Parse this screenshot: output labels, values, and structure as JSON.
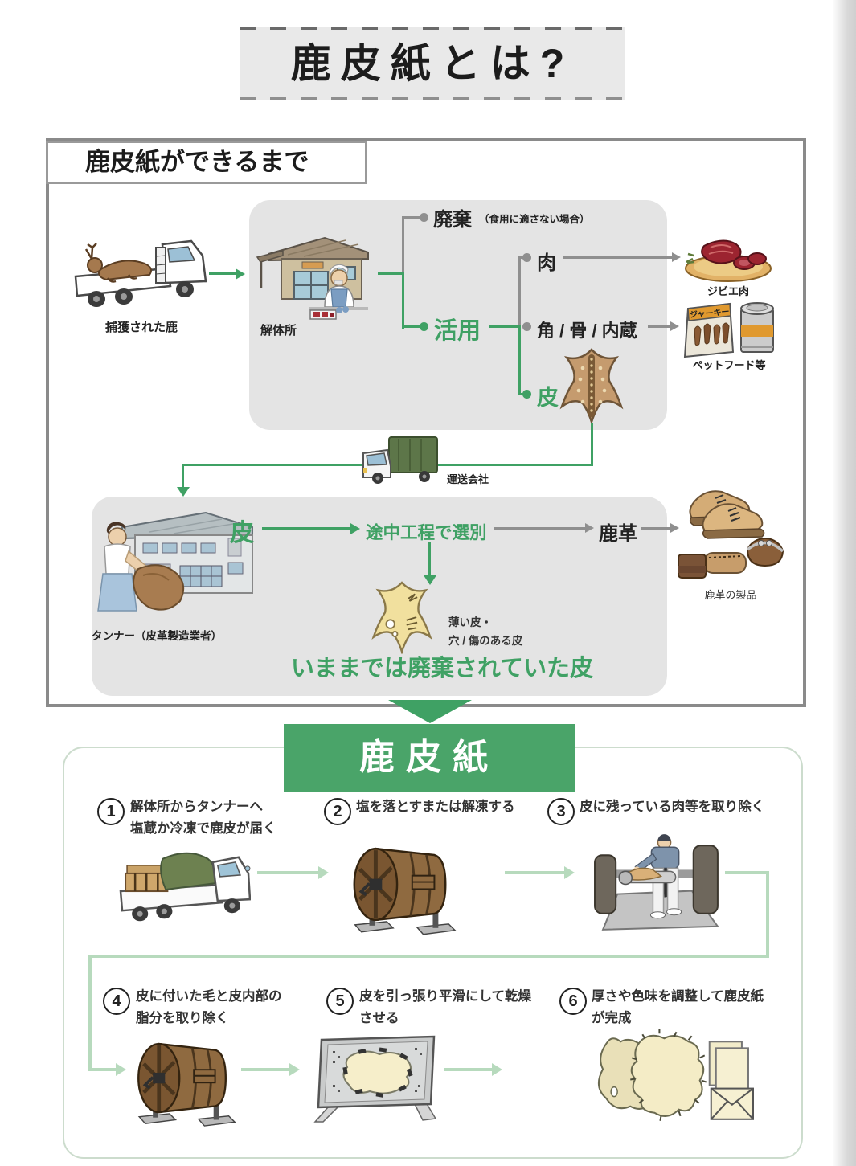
{
  "title": "鹿皮紙とは?",
  "flow": {
    "header": "鹿皮紙ができるまで",
    "captured_deer_label": "捕獲された鹿",
    "facility_label": "解体所",
    "discard_label": "廃棄",
    "discard_note": "（食用に適さない場合）",
    "use_label": "活用",
    "meat_label": "肉",
    "gibier_label": "ジビエ肉",
    "parts_label": "角 / 骨 / 内蔵",
    "petfood_label": "ペットフード等",
    "jerky_text": "ジャーキー",
    "skin_label": "皮",
    "carrier_label": "運送会社",
    "tanner_label": "タンナー（皮革製造業者）",
    "skin_label2": "皮",
    "sorting_label": "途中工程で選別",
    "leather_label": "鹿革",
    "leather_products_label": "鹿革の製品",
    "rejected_note": "薄い皮・\n穴 / 傷のある皮",
    "rejected_headline": "いままでは廃棄されていた皮"
  },
  "banner_label": "鹿皮紙",
  "steps": [
    {
      "num": "1",
      "text": "解体所からタンナーへ\n塩蔵か冷凍で鹿皮が届く"
    },
    {
      "num": "2",
      "text": "塩を落とすまたは解凍する"
    },
    {
      "num": "3",
      "text": "皮に残っている肉等を取り除く"
    },
    {
      "num": "4",
      "text": "皮に付いた毛と皮内部の\n脂分を取り除く"
    },
    {
      "num": "5",
      "text": "皮を引っ張り平滑にして乾燥\nさせる"
    },
    {
      "num": "6",
      "text": "厚さや色味を調整して鹿皮紙\nが完成"
    }
  ],
  "colors": {
    "green": "#3fa164",
    "light_green": "#b7dabd",
    "gray_line": "#8f8f8f",
    "banner_green": "#4aa469",
    "panel_gray": "#e4e4e4"
  }
}
